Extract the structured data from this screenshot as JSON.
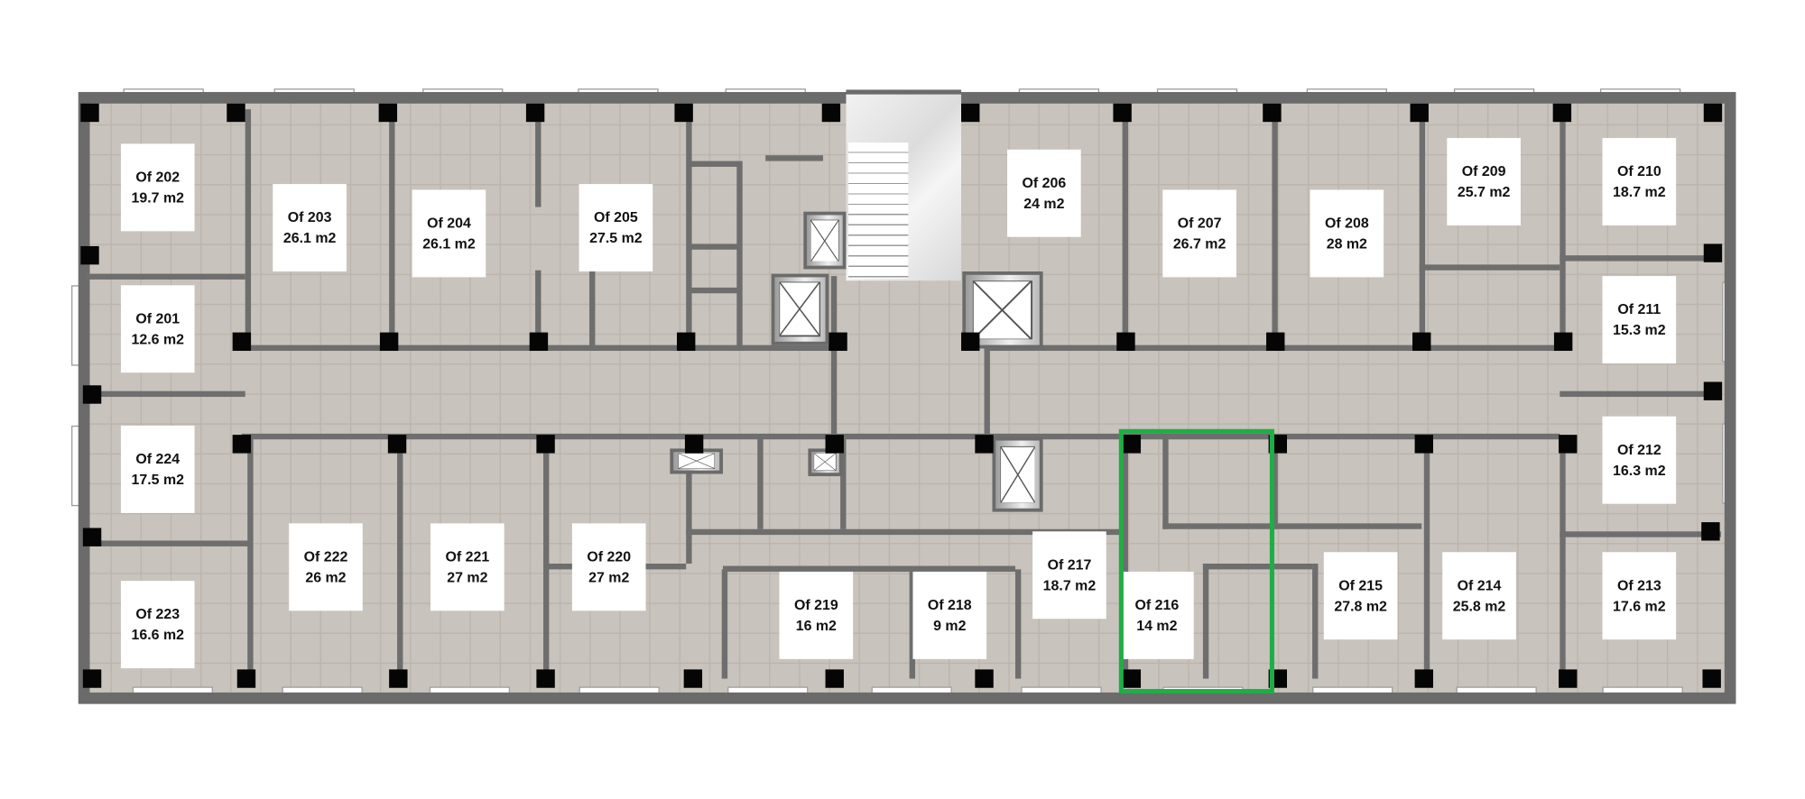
{
  "floor_plan": {
    "highlighted_room": "Of 216",
    "highlight_color": "#1fad45",
    "rooms": [
      {
        "name": "Of 201",
        "area": "12.6 m2"
      },
      {
        "name": "Of 202",
        "area": "19.7 m2"
      },
      {
        "name": "Of 203",
        "area": "26.1 m2"
      },
      {
        "name": "Of 204",
        "area": "26.1 m2"
      },
      {
        "name": "Of 205",
        "area": "27.5 m2"
      },
      {
        "name": "Of 206",
        "area": "24 m2"
      },
      {
        "name": "Of 207",
        "area": "26.7 m2"
      },
      {
        "name": "Of 208",
        "area": "28 m2"
      },
      {
        "name": "Of 209",
        "area": "25.7 m2"
      },
      {
        "name": "Of 210",
        "area": "18.7 m2"
      },
      {
        "name": "Of 211",
        "area": "15.3 m2"
      },
      {
        "name": "Of 212",
        "area": "16.3 m2"
      },
      {
        "name": "Of 213",
        "area": "17.6 m2"
      },
      {
        "name": "Of 214",
        "area": "25.8 m2"
      },
      {
        "name": "Of 215",
        "area": "27.8 m2"
      },
      {
        "name": "Of 216",
        "area": "14 m2"
      },
      {
        "name": "Of 217",
        "area": "18.7 m2"
      },
      {
        "name": "Of 218",
        "area": "9 m2"
      },
      {
        "name": "Of 219",
        "area": "16 m2"
      },
      {
        "name": "Of 220",
        "area": "27 m2"
      },
      {
        "name": "Of 221",
        "area": "27 m2"
      },
      {
        "name": "Of 222",
        "area": "26 m2"
      },
      {
        "name": "Of 223",
        "area": "16.6 m2"
      },
      {
        "name": "Of 224",
        "area": "17.5 m2"
      }
    ]
  }
}
